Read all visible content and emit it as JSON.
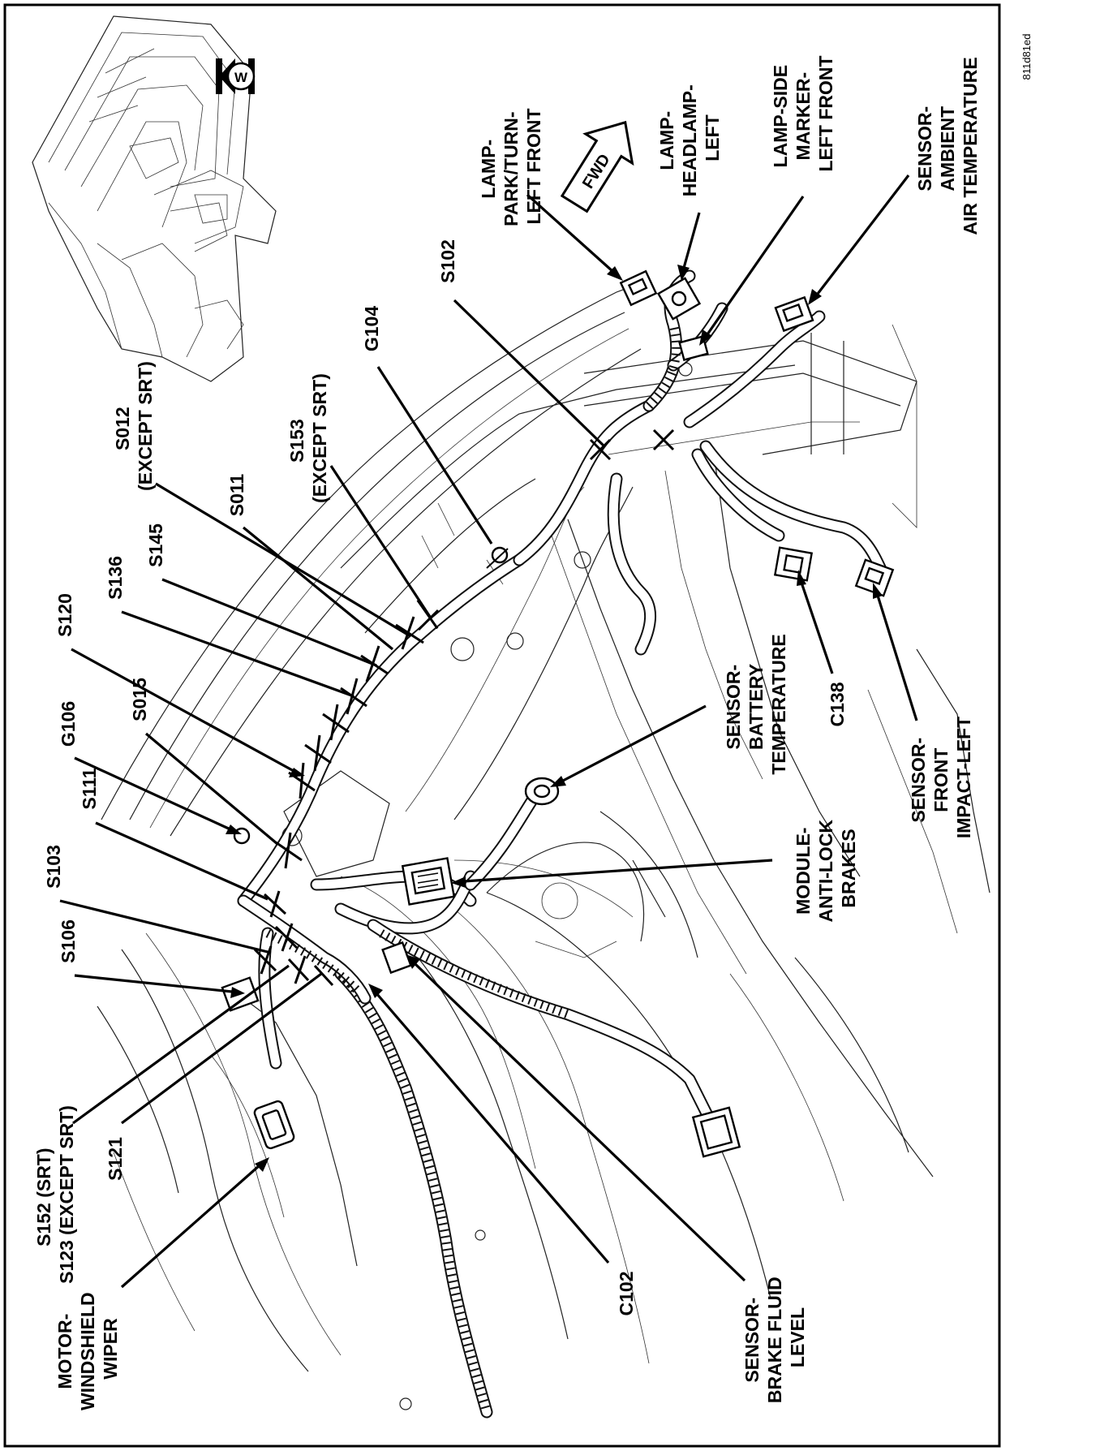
{
  "figure_code": "811d81ed",
  "labels": {
    "lamp_park_turn": [
      "LAMP-",
      "PARK/TURN-",
      "LEFT FRONT"
    ],
    "lamp_headlamp": [
      "LAMP-",
      "HEADLAMP-",
      "LEFT"
    ],
    "lamp_side_marker": [
      "LAMP-SIDE",
      "MARKER-",
      "LEFT FRONT"
    ],
    "sensor_ambient": [
      "SENSOR-",
      "AMBIENT",
      "AIR TEMPERATURE"
    ],
    "s102": "S102",
    "g104": "G104",
    "s153": [
      "S153",
      "(EXCEPT SRT)"
    ],
    "s012": [
      "S012",
      "(EXCEPT SRT)"
    ],
    "s011": "S011",
    "s145": "S145",
    "s136": "S136",
    "s120": "S120",
    "s015": "S015",
    "g106": "G106",
    "s111": "S111",
    "s103": "S103",
    "s106": "S106",
    "s152_s123": [
      "S152 (SRT)",
      "S123 (EXCEPT SRT)"
    ],
    "s121": "S121",
    "motor_wiper": [
      "MOTOR-",
      "WINDSHIELD",
      "WIPER"
    ],
    "c102": "C102",
    "sensor_brake_fluid": [
      "SENSOR-",
      "BRAKE FLUID",
      "LEVEL"
    ],
    "module_abs": [
      "MODULE-",
      "ANTI-LOCK",
      "BRAKES"
    ],
    "sensor_battery": [
      "SENSOR-",
      "BATTERY",
      "TEMPERATURE"
    ],
    "c138": "C138",
    "sensor_front_impact": [
      "SENSOR-",
      "FRONT",
      "IMPACT-LEFT"
    ],
    "fwd": "FWD",
    "view_marker": "W"
  }
}
